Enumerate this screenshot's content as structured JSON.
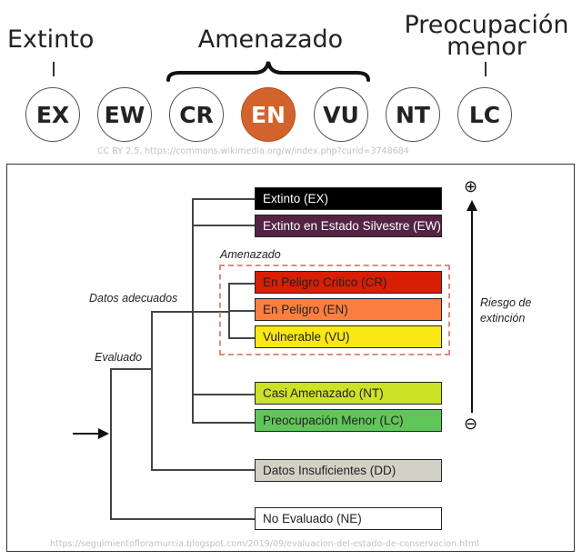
{
  "top": {
    "labels": {
      "extinct": "Extinto",
      "threatened": "Amenazado",
      "least_concern_line1": "Preocupación",
      "least_concern_line2": "menor"
    },
    "codes": [
      "EX",
      "EW",
      "CR",
      "EN",
      "VU",
      "NT",
      "LC"
    ],
    "active_code": "EN",
    "colors": {
      "active_fill": "#d2632c"
    },
    "credit": "CC BY 2.5, https://commons.wikimedia.org/w/index.php?curid=3748684"
  },
  "diagram": {
    "categories": [
      {
        "label": "Extinto (EX)",
        "bg": "#000000",
        "color": "#ffffff"
      },
      {
        "label": "Extinto en Estado Silvestre (EW)",
        "bg": "#542344",
        "color": "#ffffff"
      },
      {
        "label": "En Peligro Critico (CR)",
        "bg": "#d81e05",
        "color": "#222222"
      },
      {
        "label": "En Peligro (EN)",
        "bg": "#fc7f3f",
        "color": "#222222"
      },
      {
        "label": "Vulnerable (VU)",
        "bg": "#f9e814",
        "color": "#222222"
      },
      {
        "label": "Casi Amenazado (NT)",
        "bg": "#cce226",
        "color": "#222222"
      },
      {
        "label": "Preocupación Menor (LC)",
        "bg": "#60c659",
        "color": "#222222"
      },
      {
        "label": "Datos Insuficientes (DD)",
        "bg": "#d1d1c6",
        "color": "#222222"
      },
      {
        "label": "No Evaluado (NE)",
        "bg": "#ffffff",
        "color": "#222222"
      }
    ],
    "threatened_label": "Amenazado",
    "adequate_data_label": "Datos adecuados",
    "evaluated_label": "Evaluado",
    "risk_label_line1": "Riesgo de",
    "risk_label_line2": "extinción",
    "plus_symbol": "⊕",
    "minus_symbol": "⊖",
    "source_credit": "https://seguimientofloramurcia.blogspot.com/2019/09/evaluacion-del-estado-de-conservacion.html"
  }
}
